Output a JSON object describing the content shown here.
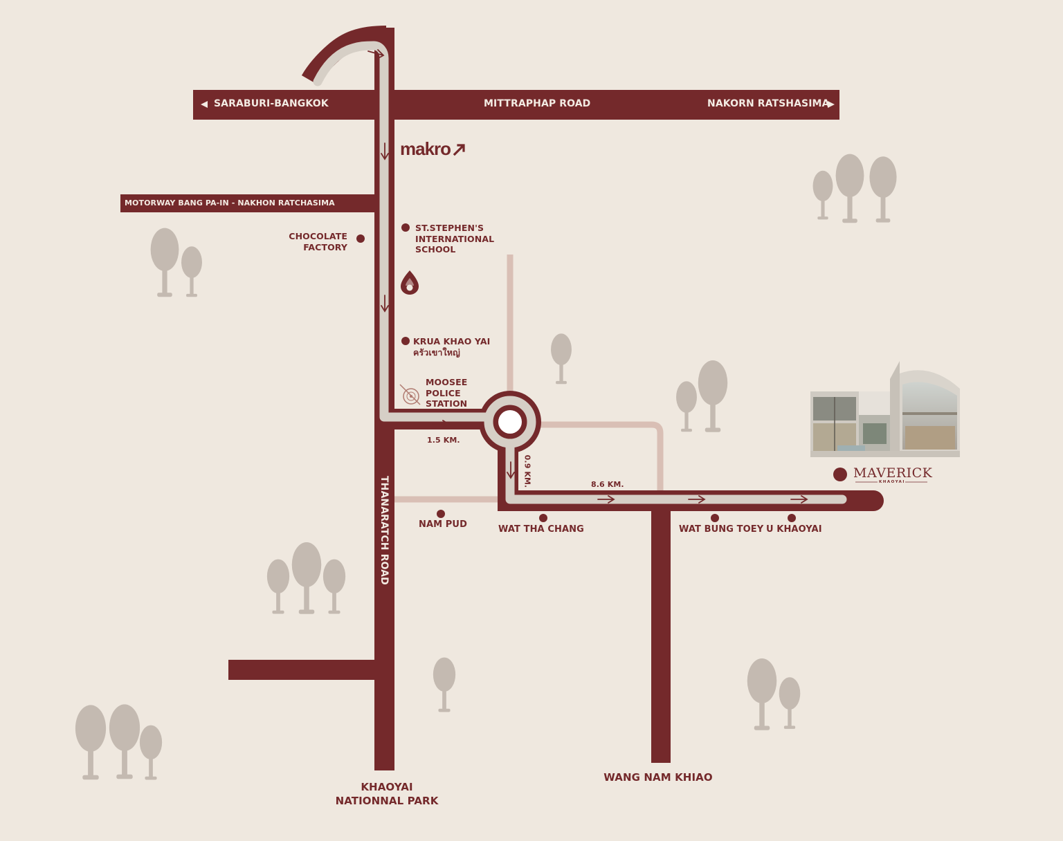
{
  "colors": {
    "background": "#efe8df",
    "road": "#74292b",
    "route": "#d6cfc6",
    "minor_road": "#d9bfb5",
    "tree": "#c4bab1",
    "road_text": "#f3ebe3"
  },
  "icons": {
    "left_arrow": "triangle-left-icon",
    "right_arrow": "triangle-right-icon",
    "point": "dot-icon",
    "gas_station": "flame-logo-icon",
    "police": "police-emblem-icon",
    "makro_arrow": "arrow-up-right-icon",
    "route_arrow": "arrow-icon"
  },
  "roads": {
    "saraburi_bangkok": "SARABURI-BANGKOK",
    "mittraphap": "MITTRAPHAP ROAD",
    "nakorn_ratshasima": "NAKORN RATSHASIMA",
    "motorway": "MOTORWAY BANG PA-IN - NAKHON RATCHASIMA",
    "thanaratch": "THANARATCH ROAD"
  },
  "landmarks": {
    "makro": "makro",
    "chocolate_factory": [
      "CHOCOLATE",
      "FACTORY"
    ],
    "st_stephens": [
      "ST.STEPHEN'S",
      "INTERNATIONAL",
      "SCHOOL"
    ],
    "krua_khao_yai": [
      "KRUA KHAO YAI",
      "ครัวเขาใหญ่"
    ],
    "moosee_police": [
      "MOOSEE",
      "POLICE",
      "STATION"
    ],
    "nam_pud": "NAM PUD",
    "wat_tha_chang": "WAT THA CHANG",
    "wat_bung_toey": "WAT BUNG TOEY",
    "u_khaoyai": "U KHAOYAI"
  },
  "distances": {
    "first": "1.5 KM.",
    "second": "0.9 KM.",
    "third": "8.6 KM."
  },
  "destinations": {
    "khaoyai_park": [
      "KHAOYAI",
      "NATIONNAL PARK"
    ],
    "wang_nam_khiao": "WANG NAM KHIAO"
  },
  "project": {
    "name": "MAVERICK",
    "sub": "KHAOYAI"
  }
}
